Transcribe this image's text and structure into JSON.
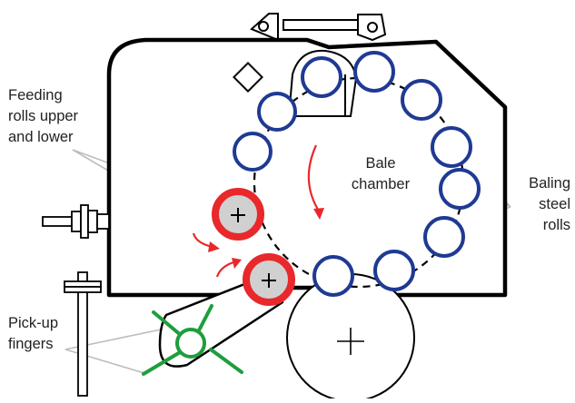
{
  "labels": {
    "feeding_rolls": [
      "Feeding",
      "rolls upper",
      "and lower"
    ],
    "bale_chamber": [
      "Bale",
      "chamber"
    ],
    "baling_rolls": [
      "Baling",
      "steel",
      "rolls"
    ],
    "pickup_fingers": [
      "Pick-up",
      "fingers"
    ]
  },
  "colors": {
    "outline": "#000000",
    "baling_roll": "#1f3a93",
    "feeding_roll_ring": "#e8282b",
    "feeding_roll_fill": "#d0d0d0",
    "pickup": "#1e9e3c",
    "arrow": "#e8282b",
    "leader": "#bdbdbd"
  },
  "icons": [
    "plus-icon",
    "curved-arrow-icon"
  ]
}
